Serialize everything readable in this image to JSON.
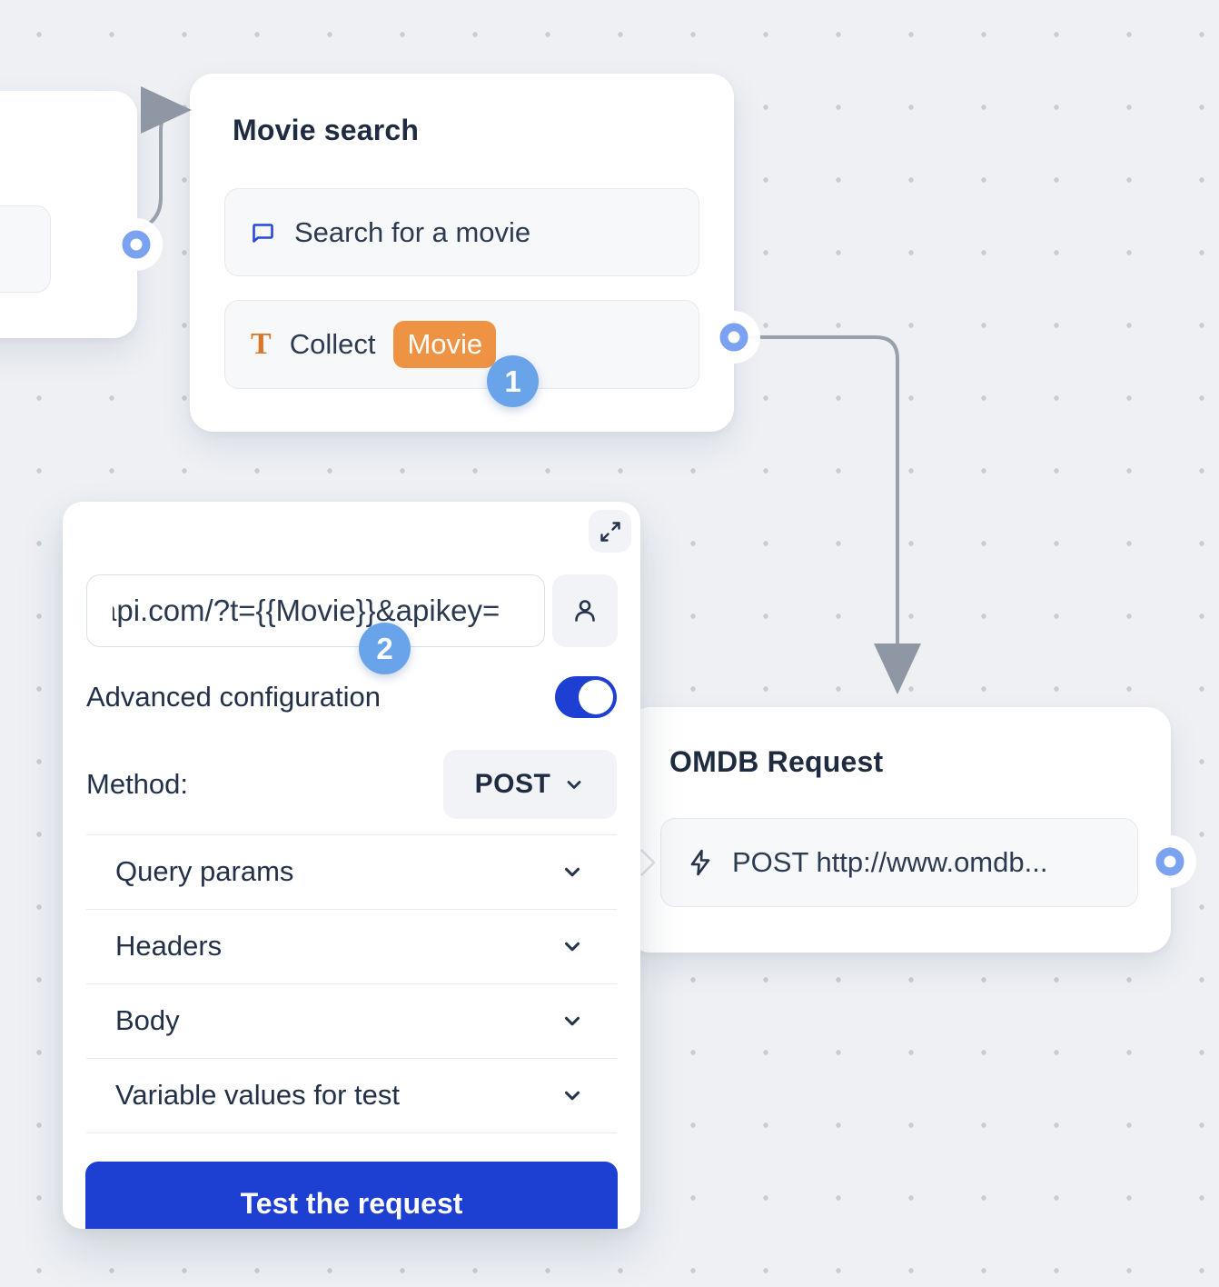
{
  "canvas": {
    "background_color": "#eef0f4",
    "dot_color": "#c6ccd6",
    "connector_color": "#98a0ac",
    "port_color": "#7ba1f1"
  },
  "nodes": {
    "movie_search": {
      "title": "Movie search",
      "step_badge": "1",
      "items": [
        {
          "icon": "chat-bubble-icon",
          "label": "Search for a movie"
        },
        {
          "icon": "text-input-icon",
          "label": "Collect",
          "variable_badge": "Movie"
        }
      ]
    },
    "omdb_request": {
      "title": "OMDB Request",
      "items": [
        {
          "icon": "lightning-icon",
          "label": "POST http://www.omdb..."
        }
      ]
    }
  },
  "config_panel": {
    "step_badge": "2",
    "url_value": "api.com/?t={{Movie}}&apikey=",
    "person_icon": "person-icon",
    "expand_icon": "expand-icon",
    "advanced_configuration_label": "Advanced configuration",
    "advanced_configuration_enabled": "on",
    "method_label": "Method:",
    "method_value": "POST",
    "sections": [
      {
        "label": "Query params"
      },
      {
        "label": "Headers"
      },
      {
        "label": "Body"
      },
      {
        "label": "Variable values for test"
      }
    ],
    "test_button_label": "Test the request"
  },
  "colors": {
    "primary_blue": "#1e40d2",
    "badge_blue": "#69a3ea",
    "variable_orange": "#ee9344",
    "icon_blue": "#2647df",
    "icon_orange": "#d9772a",
    "title_text": "#1f2b40",
    "body_text": "#2d3b52"
  }
}
